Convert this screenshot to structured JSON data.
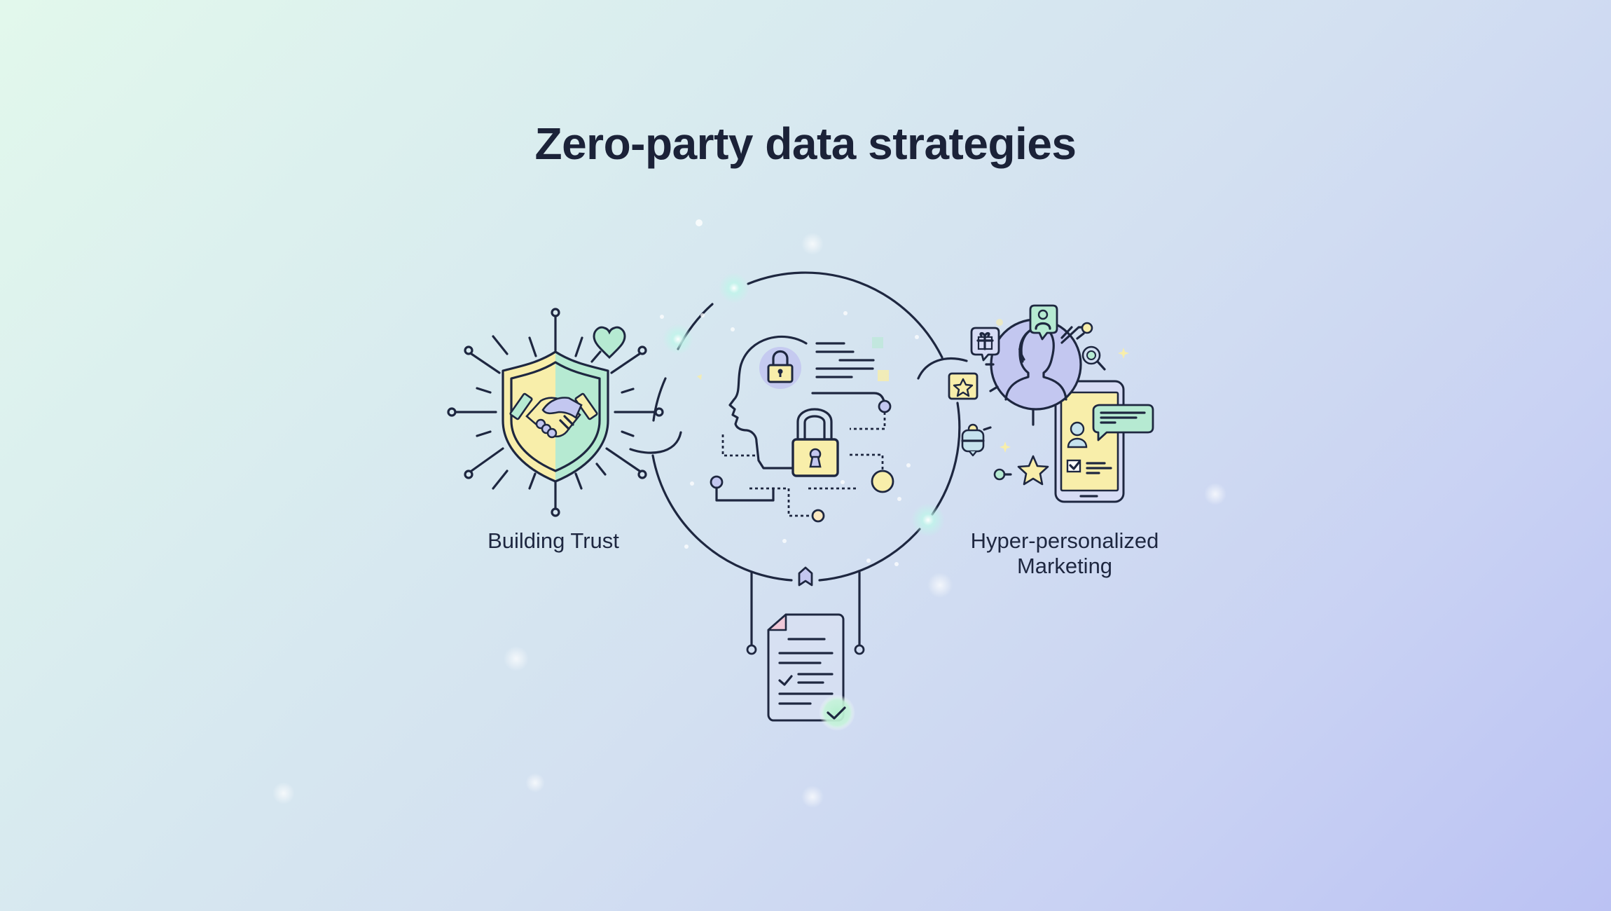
{
  "title": "Zero-party data strategies",
  "nodes": [
    {
      "id": "trust",
      "label": "Building Trust",
      "icon": "shield-handshake-icon"
    },
    {
      "id": "privacy-core",
      "label": "",
      "icon": "head-lock-icon"
    },
    {
      "id": "consent",
      "label": "",
      "icon": "document-check-icon"
    },
    {
      "id": "marketing",
      "label": "Hyper-personalized Marketing",
      "label_lines": [
        "Hyper-personalized",
        "Marketing"
      ],
      "icon": "user-profile-phone-icon"
    }
  ],
  "colors": {
    "line": "#1e2740",
    "yellow": "#f8eeaa",
    "mint": "#b6ead2",
    "lavender": "#c3c7f0",
    "pink": "#f0c8d8",
    "background_start": "#e2f8ec",
    "background_end": "#bbc2f3"
  }
}
